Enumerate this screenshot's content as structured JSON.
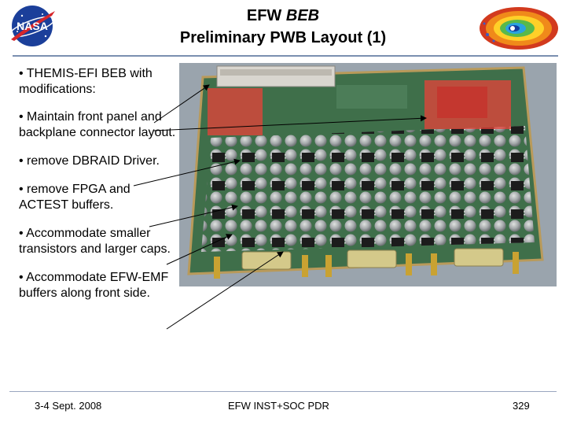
{
  "header": {
    "title_line1_plain": "EFW ",
    "title_line1_italic": "BEB",
    "title_line2": "Preliminary PWB Layout (1)",
    "logo_text": "NASA"
  },
  "bullets": [
    "• THEMIS-EFI BEB with modifications:",
    "• Maintain front panel and backplane connector layout.",
    "• remove DBRAID Driver.",
    "• remove FPGA and ACTEST buffers.",
    "• Accommodate smaller transistors and larger caps.",
    "• Accommodate EFW-EMF buffers along front side."
  ],
  "footer": {
    "date": "3-4 Sept. 2008",
    "event": "EFW INST+SOC PDR",
    "page": "329"
  },
  "colors": {
    "rule": "#7a8fb0",
    "board_green": "#3f6f4a",
    "highlight": "#e8413a"
  },
  "icons": {
    "nasa": "nasa-meatball-logo",
    "mission": "magnetosphere-logo"
  }
}
